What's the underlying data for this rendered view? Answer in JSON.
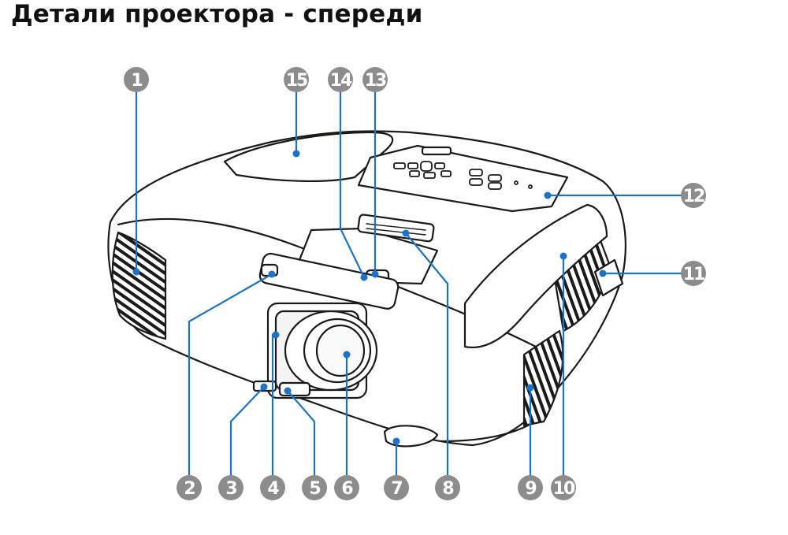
{
  "title": "Детали проектора - спереди",
  "colors": {
    "callout_line": "#1a73c9",
    "callout_badge": "#8c8c8c",
    "outline": "#1a1a1a"
  },
  "callouts": [
    {
      "id": "1",
      "label": "1"
    },
    {
      "id": "2",
      "label": "2"
    },
    {
      "id": "3",
      "label": "3"
    },
    {
      "id": "4",
      "label": "4"
    },
    {
      "id": "5",
      "label": "5"
    },
    {
      "id": "6",
      "label": "6"
    },
    {
      "id": "7",
      "label": "7"
    },
    {
      "id": "8",
      "label": "8"
    },
    {
      "id": "9",
      "label": "9"
    },
    {
      "id": "10",
      "label": "10"
    },
    {
      "id": "11",
      "label": "11"
    },
    {
      "id": "12",
      "label": "12"
    },
    {
      "id": "13",
      "label": "13"
    },
    {
      "id": "14",
      "label": "14"
    },
    {
      "id": "15",
      "label": "15"
    }
  ]
}
